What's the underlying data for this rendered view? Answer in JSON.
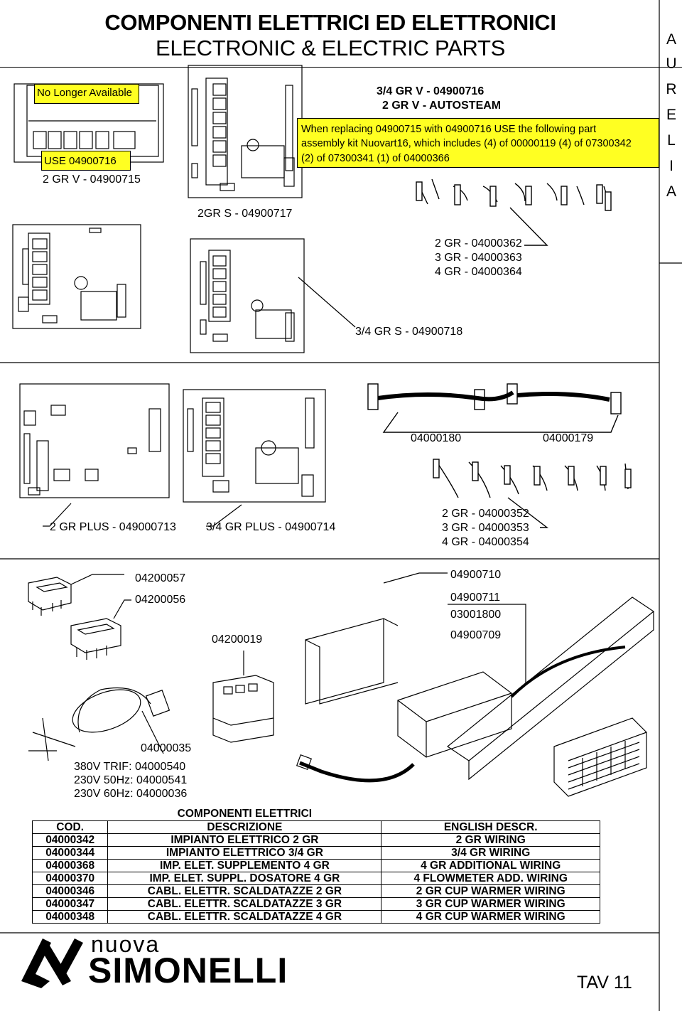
{
  "header": {
    "title_it": "COMPONENTI ELETTRICI ED ELETTRONICI",
    "title_en": "ELECTRONIC & ELECTRIC PARTS"
  },
  "side_letters": [
    "A",
    "U",
    "R",
    "E",
    "L",
    "I",
    "A"
  ],
  "boards": {
    "no_longer_available": "No Longer Available",
    "use_label": "USE 04900716",
    "gr2_v": "2 GR V - 04900715",
    "gr2_s": "2GR S - 04900717",
    "gr34_v": "3/4 GR V - 04900716",
    "gr2_v_autosteam": "2 GR V - AUTOSTEAM",
    "replace_line1": "When replacing 04900715 with 04900716 USE the following part",
    "replace_line2": "assembly kit Nuovart16, which includes (4) of 00000119 (4) of 07300342",
    "replace_line3": "(2) of 07300341 (1) of 04000366",
    "cable_a1": "2 GR - 04000362",
    "cable_a2": "3 GR - 04000363",
    "cable_a3": "4 GR - 04000364",
    "gr34_s": "3/4 GR S - 04900718",
    "cable_180": "04000180",
    "cable_179": "04000179",
    "gr2_plus": "2 GR PLUS - 049000713",
    "gr34_plus": "3/4 GR PLUS - 04900714",
    "cable_b1": "2 GR - 04000352",
    "cable_b2": "3 GR - 04000353",
    "cable_b3": "4 GR - 04000354"
  },
  "components": {
    "sw1": "04200057",
    "sw2": "04200056",
    "contactor": "04200019",
    "p1": "04900710",
    "p2": "04900711",
    "p3": "03001800",
    "p4": "04900709",
    "capacitor": "04000035",
    "cap_a": "380V TRIF: 04000540",
    "cap_b": "230V 50Hz: 04000541",
    "cap_c": "230V 60Hz: 04000036"
  },
  "table": {
    "caption": "COMPONENTI ELETTRICI",
    "headers": [
      "COD.",
      "DESCRIZIONE",
      "ENGLISH DESCR."
    ],
    "rows": [
      [
        "04000342",
        "IMPIANTO ELETTRICO 2 GR",
        "2 GR WIRING"
      ],
      [
        "04000344",
        "IMPIANTO ELETTRICO 3/4 GR",
        "3/4 GR WIRING"
      ],
      [
        "04000368",
        "IMP. ELET. SUPPLEMENTO 4 GR",
        "4 GR ADDITIONAL WIRING"
      ],
      [
        "04000370",
        "IMP. ELET. SUPPL. DOSATORE 4 GR",
        "4 FLOWMETER ADD. WIRING"
      ],
      [
        "04000346",
        "CABL. ELETTR. SCALDATAZZE 2 GR",
        "2 GR CUP WARMER WIRING"
      ],
      [
        "04000347",
        "CABL. ELETTR. SCALDATAZZE 3 GR",
        "3 GR CUP WARMER WIRING"
      ],
      [
        "04000348",
        "CABL. ELETTR. SCALDATAZZE 4 GR",
        "4 GR CUP WARMER WIRING"
      ]
    ]
  },
  "footer": {
    "brand_top": "nuova",
    "brand_main": "SIMONELLI",
    "page": "TAV 11"
  }
}
